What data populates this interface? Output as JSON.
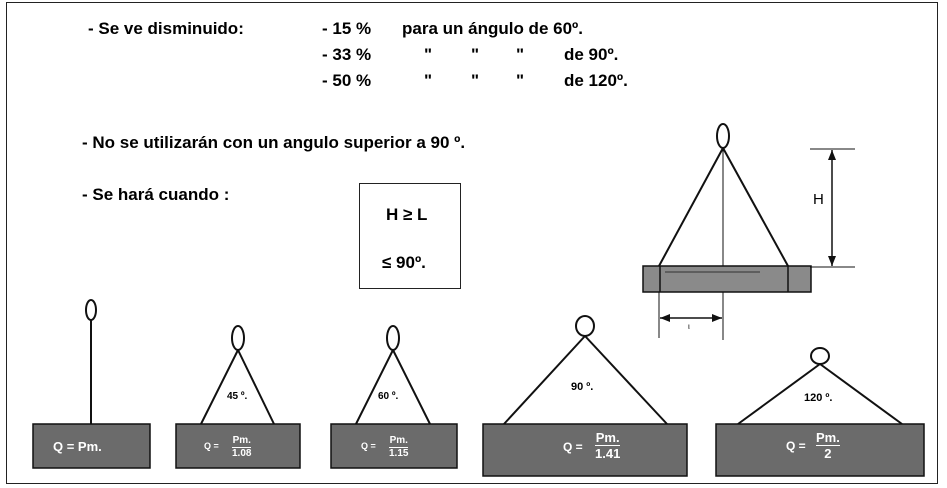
{
  "header": {
    "label": "- Se ve disminuido:",
    "lines": [
      {
        "pct": "- 15 %",
        "text": "para un ángulo de 60º."
      },
      {
        "pct": "- 33 %",
        "q1": "\"",
        "q2": "\"",
        "q3": "\"",
        "text": "de 90º."
      },
      {
        "pct": "- 50 %",
        "q1": "\"",
        "q2": "\"",
        "q3": "\"",
        "text": "de 120º."
      }
    ]
  },
  "rule_no_exceed": "- No se utilizarán con un angulo superior a 90 º.",
  "rule_when": "- Se hará cuando :",
  "formula_box": {
    "line1": "H ≥ L",
    "line2": "≤ 90º."
  },
  "side_diagram": {
    "height_label": "H",
    "length_label": "ι"
  },
  "slings": [
    {
      "angle": "",
      "formula": "Q = Pm."
    },
    {
      "angle": "45 º.",
      "prefix": "Q =",
      "num": "Pm.",
      "den": "1.08"
    },
    {
      "angle": "60 º.",
      "prefix": "Q =",
      "num": "Pm.",
      "den": "1.15"
    },
    {
      "angle": "90 º.",
      "prefix": "Q =",
      "num": "Pm.",
      "den": "1.41"
    },
    {
      "angle": "120 º.",
      "prefix": "Q =",
      "num": "Pm.",
      "den": "2"
    }
  ],
  "colors": {
    "load_block": "#6b6b6b",
    "side_block": "#8a8a8a",
    "line": "#111111"
  }
}
